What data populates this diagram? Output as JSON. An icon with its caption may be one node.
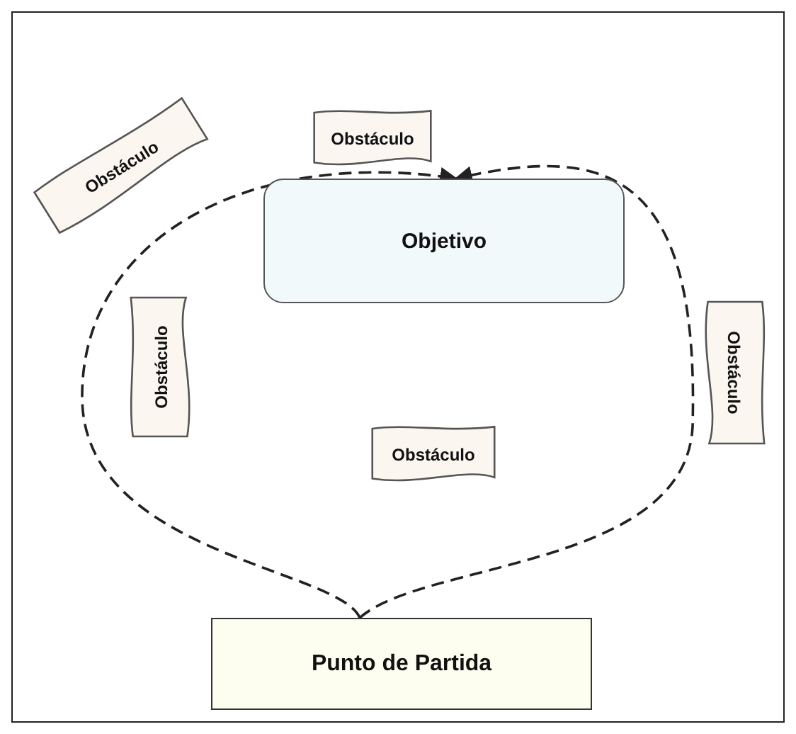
{
  "diagram": {
    "nodes": [
      {
        "text": [
          "Obstáculo"
        ]
      },
      {
        "text": [
          "Obstáculo"
        ]
      },
      {
        "text": [
          "Objetivo"
        ]
      },
      {
        "text": [
          "Obstáculo"
        ]
      },
      {
        "text": [
          "Obstáculo"
        ]
      },
      {
        "text": [
          "Obstáculo"
        ]
      },
      {
        "text": [
          "Punto de Partida"
        ]
      }
    ],
    "edges": [
      {
        "from": 6,
        "to": 2,
        "arrow": "to",
        "style": "dashed"
      },
      {
        "from": 6,
        "to": 2,
        "arrow": "to",
        "style": "dashed"
      }
    ]
  }
}
